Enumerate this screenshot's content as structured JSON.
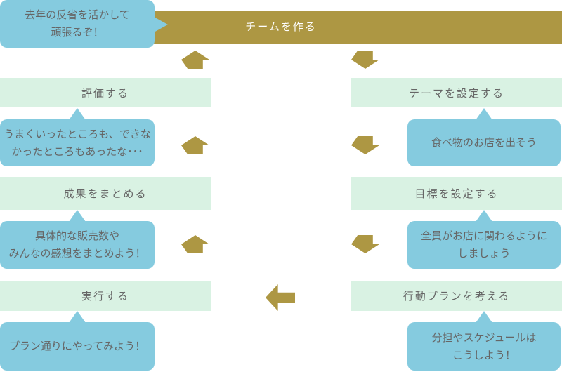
{
  "colors": {
    "gold": "#AD9743",
    "mint_green": "#D9F2E3",
    "sky_blue": "#85CBDF",
    "step_text": "#666666",
    "title_text": "#FFFFFF"
  },
  "title_bar": {
    "label": "チームを作る"
  },
  "intro_bubble": {
    "lines": [
      "去年の反省を活かして",
      "頑張るぞ！"
    ]
  },
  "steps": [
    {
      "label": "テーマを設定する",
      "comment": [
        "食べ物のお店を出そう"
      ]
    },
    {
      "label": "目標を設定する",
      "comment": [
        "全員がお店に関わるように",
        "しましょう"
      ]
    },
    {
      "label": "行動プランを考える",
      "comment": [
        "分担やスケジュールは",
        "こうしよう！"
      ]
    },
    {
      "label": "実行する",
      "comment": [
        "プラン通りにやってみよう！"
      ]
    },
    {
      "label": "成果をまとめる",
      "comment": [
        "具体的な販売数や",
        "みんなの感想をまとめよう！"
      ]
    },
    {
      "label": "評価する",
      "comment": [
        "うまくいったところも、できな",
        "かったところもあったな･･･"
      ]
    }
  ],
  "icons": {
    "flow_up": "arrow-up",
    "flow_down": "arrow-down",
    "flow_left": "arrow-left",
    "speech_tail": "speech-bubble-tail"
  }
}
